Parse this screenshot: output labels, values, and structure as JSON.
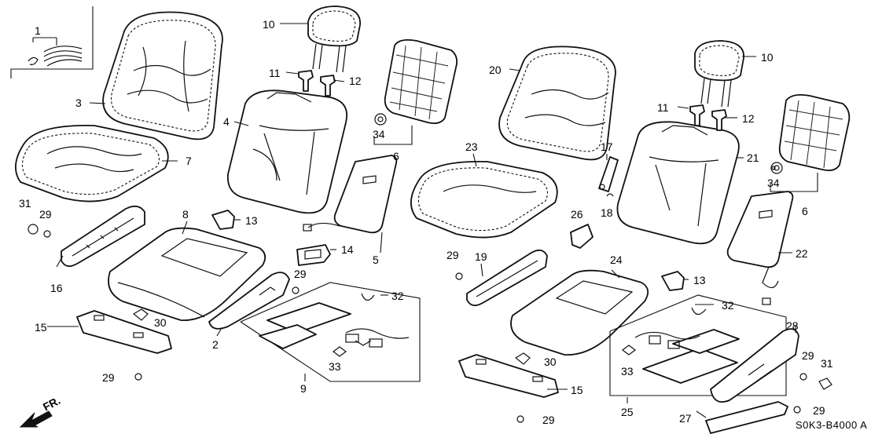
{
  "diagram": {
    "code": "S0K3-B4000 A",
    "direction_label": "FR.",
    "callouts": [
      {
        "id": "c1",
        "label": "1"
      },
      {
        "id": "c2",
        "label": "2"
      },
      {
        "id": "c3",
        "label": "3"
      },
      {
        "id": "c4",
        "label": "4"
      },
      {
        "id": "c5",
        "label": "5"
      },
      {
        "id": "c6a",
        "label": "6"
      },
      {
        "id": "c6b",
        "label": "6"
      },
      {
        "id": "c7",
        "label": "7"
      },
      {
        "id": "c8",
        "label": "8"
      },
      {
        "id": "c9",
        "label": "9"
      },
      {
        "id": "c10a",
        "label": "10"
      },
      {
        "id": "c10b",
        "label": "10"
      },
      {
        "id": "c11a",
        "label": "11"
      },
      {
        "id": "c11b",
        "label": "11"
      },
      {
        "id": "c12a",
        "label": "12"
      },
      {
        "id": "c12b",
        "label": "12"
      },
      {
        "id": "c13a",
        "label": "13"
      },
      {
        "id": "c13b",
        "label": "13"
      },
      {
        "id": "c14",
        "label": "14"
      },
      {
        "id": "c15a",
        "label": "15"
      },
      {
        "id": "c15b",
        "label": "15"
      },
      {
        "id": "c16",
        "label": "16"
      },
      {
        "id": "c17",
        "label": "17"
      },
      {
        "id": "c18",
        "label": "18"
      },
      {
        "id": "c19",
        "label": "19"
      },
      {
        "id": "c20",
        "label": "20"
      },
      {
        "id": "c21",
        "label": "21"
      },
      {
        "id": "c22",
        "label": "22"
      },
      {
        "id": "c23",
        "label": "23"
      },
      {
        "id": "c24",
        "label": "24"
      },
      {
        "id": "c25",
        "label": "25"
      },
      {
        "id": "c26",
        "label": "26"
      },
      {
        "id": "c27",
        "label": "27"
      },
      {
        "id": "c28",
        "label": "28"
      },
      {
        "id": "c29a",
        "label": "29"
      },
      {
        "id": "c29b",
        "label": "29"
      },
      {
        "id": "c29c",
        "label": "29"
      },
      {
        "id": "c29d",
        "label": "29"
      },
      {
        "id": "c29e",
        "label": "29"
      },
      {
        "id": "c29f",
        "label": "29"
      },
      {
        "id": "c29g",
        "label": "29"
      },
      {
        "id": "c30a",
        "label": "30"
      },
      {
        "id": "c30b",
        "label": "30"
      },
      {
        "id": "c31a",
        "label": "31"
      },
      {
        "id": "c31b",
        "label": "31"
      },
      {
        "id": "c32a",
        "label": "32"
      },
      {
        "id": "c32b",
        "label": "32"
      },
      {
        "id": "c33a",
        "label": "33"
      },
      {
        "id": "c33b",
        "label": "33"
      },
      {
        "id": "c34a",
        "label": "34"
      },
      {
        "id": "c34b",
        "label": "34"
      }
    ]
  }
}
